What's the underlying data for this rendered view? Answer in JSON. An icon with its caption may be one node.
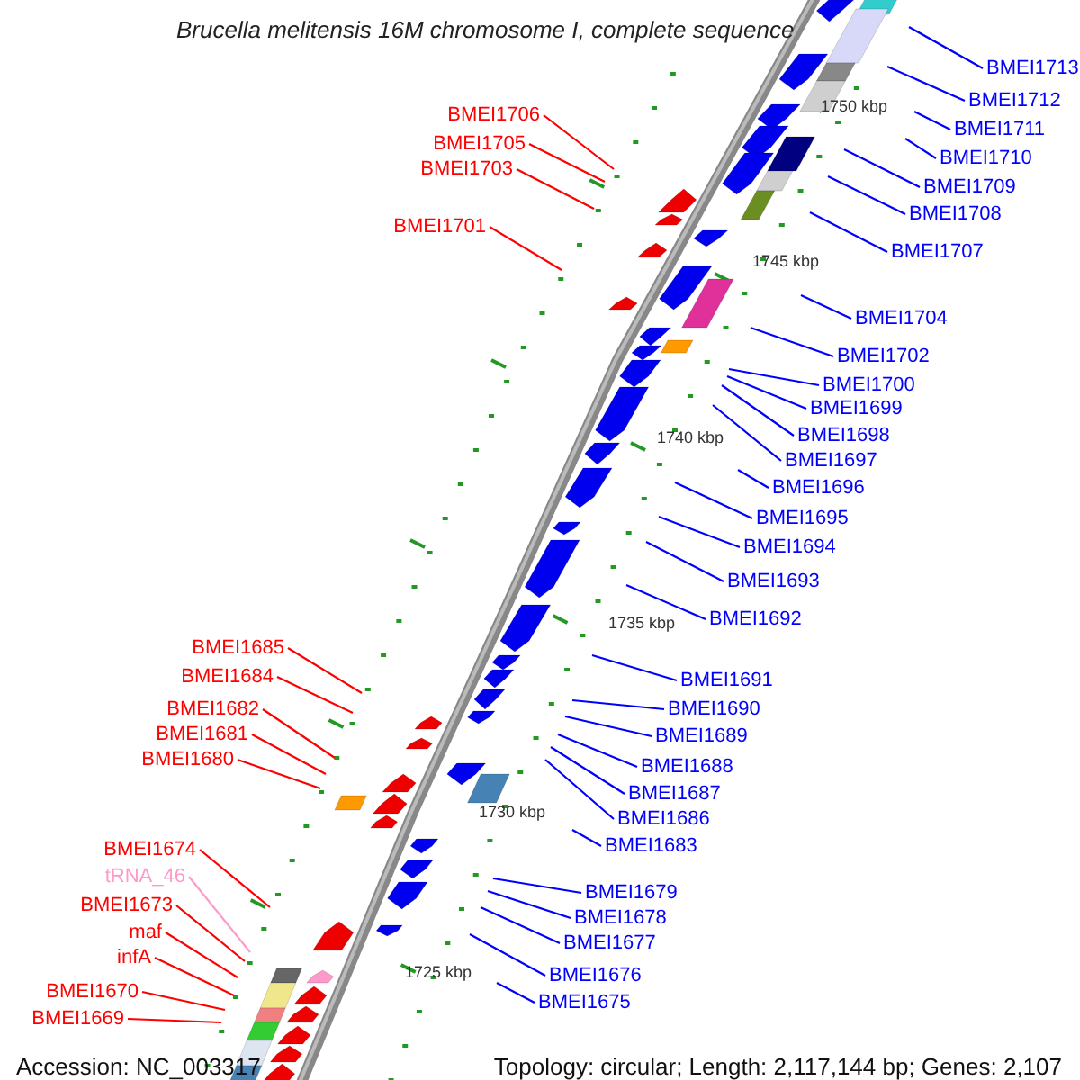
{
  "diagram": {
    "title": "Brucella melitensis 16M chromosome I, complete sequence",
    "nodes": [
      {
        "text": [
          "BMEI1713"
        ]
      },
      {
        "text": [
          "BMEI1712"
        ]
      },
      {
        "text": [
          "BMEI1706"
        ]
      },
      {
        "text": [
          "BMEI1711"
        ]
      },
      {
        "text": [
          "BMEI1705"
        ]
      },
      {
        "text": [
          "BMEI1710"
        ]
      },
      {
        "text": [
          "BMEI1703"
        ]
      },
      {
        "text": [
          "BMEI1709"
        ]
      },
      {
        "text": [
          "BMEI1708"
        ]
      },
      {
        "text": [
          "BMEI1701"
        ]
      },
      {
        "text": [
          "BMEI1707"
        ]
      },
      {
        "text": [
          "BMEI1704"
        ]
      },
      {
        "text": [
          "BMEI1702"
        ]
      },
      {
        "text": [
          "BMEI1700"
        ]
      },
      {
        "text": [
          "BMEI1699"
        ]
      },
      {
        "text": [
          "BMEI1698"
        ]
      },
      {
        "text": [
          "BMEI1697"
        ]
      },
      {
        "text": [
          "BMEI1696"
        ]
      },
      {
        "text": [
          "BMEI1695"
        ]
      },
      {
        "text": [
          "BMEI1694"
        ]
      },
      {
        "text": [
          "BMEI1693"
        ]
      },
      {
        "text": [
          "BMEI1692"
        ]
      },
      {
        "text": [
          "BMEI1685"
        ]
      },
      {
        "text": [
          "BMEI1684"
        ]
      },
      {
        "text": [
          "BMEI1691"
        ]
      },
      {
        "text": [
          "BMEI1682"
        ]
      },
      {
        "text": [
          "BMEI1690"
        ]
      },
      {
        "text": [
          "BMEI1681"
        ]
      },
      {
        "text": [
          "BMEI1689"
        ]
      },
      {
        "text": [
          "BMEI1680"
        ]
      },
      {
        "text": [
          "BMEI1688"
        ]
      },
      {
        "text": [
          "BMEI1687"
        ]
      },
      {
        "text": [
          "BMEI1686"
        ]
      },
      {
        "text": [
          "BMEI1683"
        ]
      },
      {
        "text": [
          "BMEI1674"
        ]
      },
      {
        "text": [
          "tRNA_46"
        ]
      },
      {
        "text": [
          "BMEI1679"
        ]
      },
      {
        "text": [
          "BMEI1673"
        ]
      },
      {
        "text": [
          "BMEI1678"
        ]
      },
      {
        "text": [
          "maf"
        ]
      },
      {
        "text": [
          "BMEI1677"
        ]
      },
      {
        "text": [
          "infA"
        ]
      },
      {
        "text": [
          "BMEI1676"
        ]
      },
      {
        "text": [
          "BMEI1670"
        ]
      },
      {
        "text": [
          "BMEI1675"
        ]
      },
      {
        "text": [
          "BMEI1669"
        ]
      }
    ],
    "edges": [
      {
        "from": 0,
        "to": null,
        "arrow": "none"
      },
      {
        "from": 1,
        "to": null,
        "arrow": "none"
      },
      {
        "from": 2,
        "to": null,
        "arrow": "none",
        "color": "#ff0000"
      },
      {
        "from": 3,
        "to": null,
        "arrow": "none"
      },
      {
        "from": 4,
        "to": null,
        "arrow": "none",
        "color": "#ff0000"
      },
      {
        "from": 5,
        "to": null,
        "arrow": "none"
      },
      {
        "from": 6,
        "to": null,
        "arrow": "none",
        "color": "#ff0000"
      },
      {
        "from": 7,
        "to": null,
        "arrow": "none"
      },
      {
        "from": 8,
        "to": null,
        "arrow": "none"
      },
      {
        "from": 9,
        "to": null,
        "arrow": "none",
        "color": "#ff0000"
      },
      {
        "from": 10,
        "to": null,
        "arrow": "none"
      },
      {
        "from": 11,
        "to": null,
        "arrow": "none"
      },
      {
        "from": 12,
        "to": null,
        "arrow": "none"
      },
      {
        "from": 13,
        "to": null,
        "arrow": "none"
      },
      {
        "from": 14,
        "to": null,
        "arrow": "none"
      },
      {
        "from": 15,
        "to": null,
        "arrow": "none"
      },
      {
        "from": 16,
        "to": null,
        "arrow": "none"
      },
      {
        "from": 17,
        "to": null,
        "arrow": "none"
      },
      {
        "from": 18,
        "to": null,
        "arrow": "none"
      },
      {
        "from": 19,
        "to": null,
        "arrow": "none"
      },
      {
        "from": 20,
        "to": null,
        "arrow": "none"
      },
      {
        "from": 21,
        "to": null,
        "arrow": "none"
      },
      {
        "from": 22,
        "to": null,
        "arrow": "none",
        "color": "#ff0000"
      },
      {
        "from": 23,
        "to": null,
        "arrow": "none",
        "color": "#ff0000"
      },
      {
        "from": 24,
        "to": null,
        "arrow": "none"
      },
      {
        "from": 25,
        "to": null,
        "arrow": "none",
        "color": "#ff0000"
      },
      {
        "from": 26,
        "to": null,
        "arrow": "none"
      },
      {
        "from": 27,
        "to": null,
        "arrow": "none",
        "color": "#ff0000"
      },
      {
        "from": 28,
        "to": null,
        "arrow": "none"
      },
      {
        "from": 29,
        "to": null,
        "arrow": "none",
        "color": "#ff0000"
      },
      {
        "from": 30,
        "to": null,
        "arrow": "none"
      },
      {
        "from": 31,
        "to": null,
        "arrow": "none"
      },
      {
        "from": 32,
        "to": null,
        "arrow": "none"
      },
      {
        "from": 33,
        "to": null,
        "arrow": "none"
      },
      {
        "from": 34,
        "to": null,
        "arrow": "none",
        "color": "#ff0000"
      },
      {
        "from": 35,
        "to": null,
        "arrow": "none",
        "color": "#ff99cc"
      },
      {
        "from": 36,
        "to": null,
        "arrow": "none"
      },
      {
        "from": 37,
        "to": null,
        "arrow": "none",
        "color": "#ff0000"
      },
      {
        "from": 38,
        "to": null,
        "arrow": "none"
      },
      {
        "from": 39,
        "to": null,
        "arrow": "none",
        "color": "#ff0000"
      },
      {
        "from": 40,
        "to": null,
        "arrow": "none"
      },
      {
        "from": 41,
        "to": null,
        "arrow": "none",
        "color": "#ff0000"
      },
      {
        "from": 42,
        "to": null,
        "arrow": "none"
      },
      {
        "from": 43,
        "to": null,
        "arrow": "none",
        "color": "#ff0000"
      },
      {
        "from": 44,
        "to": null,
        "arrow": "none"
      },
      {
        "from": 45,
        "to": null,
        "arrow": "none",
        "color": "#ff0000"
      }
    ],
    "labels": [
      "1750 kbp",
      "1745 kbp",
      "1740 kbp",
      "1735 kbp",
      "1730 kbp",
      "1725 kbp",
      "Accession: NC_003317",
      "Topology: circular; Length: 2,117,144 bp; Genes: 2,107"
    ]
  }
}
